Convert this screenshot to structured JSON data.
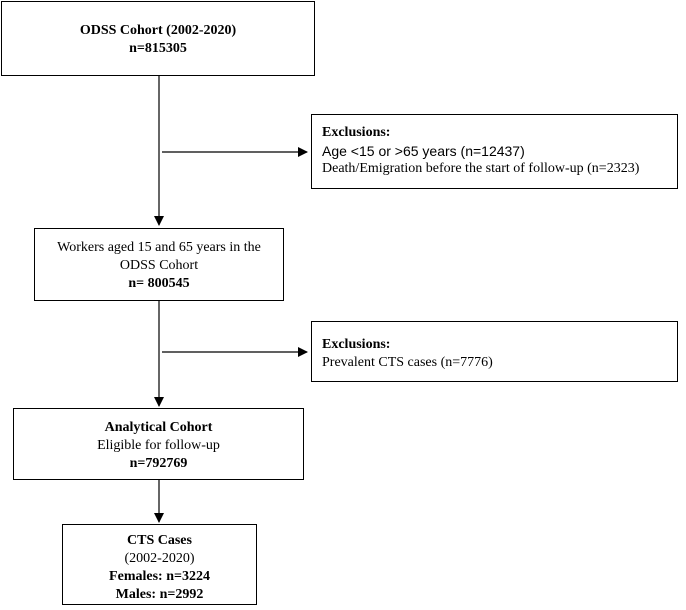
{
  "boxes": {
    "cohort": {
      "title": "ODSS Cohort (2002-2020)",
      "n": "n=815305"
    },
    "exclusions1": {
      "heading": "Exclusions:",
      "items": [
        "Age <15 or >65 years (n=12437)",
        "Death/Emigration before the start of follow-up (n=2323)"
      ]
    },
    "workers": {
      "line1": "Workers aged 15 and 65 years in the",
      "line2": "ODSS Cohort",
      "n": "n= 800545"
    },
    "exclusions2": {
      "heading": "Exclusions:",
      "items": [
        "Prevalent CTS cases (n=7776)"
      ]
    },
    "analytical": {
      "title": "Analytical Cohort",
      "subtitle": "Eligible for follow-up",
      "n": "n=792769"
    },
    "cts": {
      "title": "CTS Cases",
      "period": "(2002-2020)",
      "females": "Females: n=3224",
      "males": "Males: n=2992"
    }
  },
  "colors": {
    "stroke": "#000000",
    "background": "#ffffff"
  }
}
